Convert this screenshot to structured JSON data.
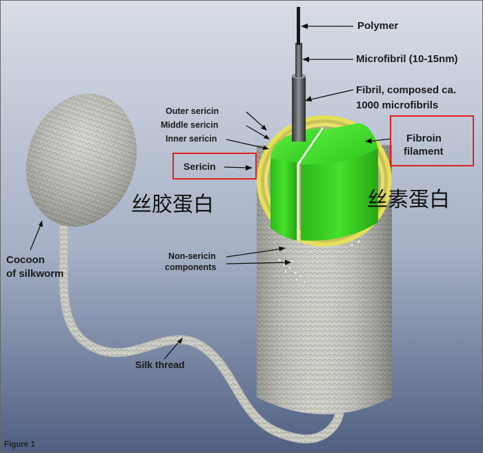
{
  "labels": {
    "polymer": "Polymer",
    "microfibril": "Microfibril (10-15nm)",
    "fibril_line1": "Fibril, composed ca.",
    "fibril_line2": "1000 microfibrils",
    "outer_sericin": "Outer sericin",
    "middle_sericin": "Middle sericin",
    "inner_sericin": "Inner sericin",
    "sericin": "Sericin",
    "fibroin_line1": "Fibroin",
    "fibroin_line2": "filament",
    "non_sericin_line1": "Non-sericin",
    "non_sericin_line2": "components",
    "cocoon_line1": "Cocoon",
    "cocoon_line2": "of silkworm",
    "silk_thread": "Silk thread",
    "figure": "Figure 1"
  },
  "chinese_labels": {
    "sericin_cn": "丝胶蛋白",
    "fibroin_cn": "丝素蛋白"
  },
  "colors": {
    "fibroin_green": "#3fdc2a",
    "sericin_yellow": "#e6df5a",
    "highlight_red": "#e02020",
    "fiber_gray": "#c8c9c2"
  }
}
